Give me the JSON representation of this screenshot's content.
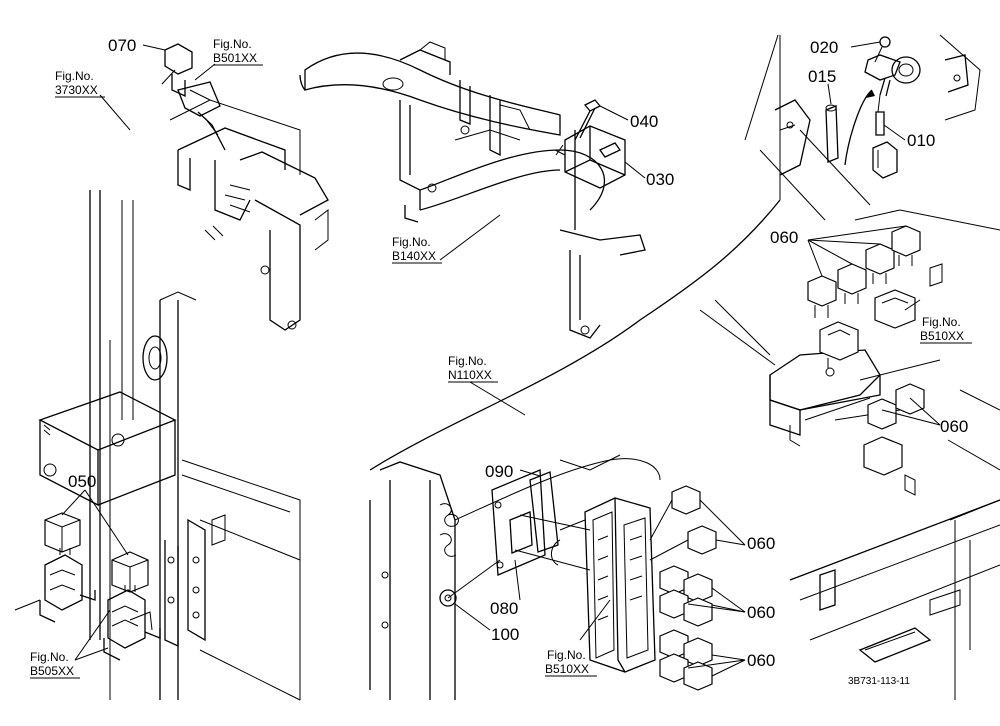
{
  "diagram": {
    "drawing_code": "3B731-113-11",
    "fig_refs": [
      {
        "id": "fig-b501",
        "line1": "Fig.No.",
        "line2": "B501XX"
      },
      {
        "id": "fig-3730",
        "line1": "Fig.No.",
        "line2": "3730XX"
      },
      {
        "id": "fig-b140",
        "line1": "Fig.No.",
        "line2": "B140XX"
      },
      {
        "id": "fig-n110",
        "line1": "Fig.No.",
        "line2": "N110XX"
      },
      {
        "id": "fig-b510-right",
        "line1": "Fig.No.",
        "line2": "B510XX"
      },
      {
        "id": "fig-b505",
        "line1": "Fig.No.",
        "line2": "B505XX"
      },
      {
        "id": "fig-b510-bottom",
        "line1": "Fig.No.",
        "line2": "B510XX"
      }
    ],
    "part_labels": {
      "p070": "070",
      "p040": "040",
      "p030": "030",
      "p020": "020",
      "p015": "015",
      "p010": "010",
      "p060_top": "060",
      "p060_right": "060",
      "p050": "050",
      "p090": "090",
      "p080": "080",
      "p100": "100",
      "p060_a": "060",
      "p060_b": "060",
      "p060_c": "060"
    }
  }
}
